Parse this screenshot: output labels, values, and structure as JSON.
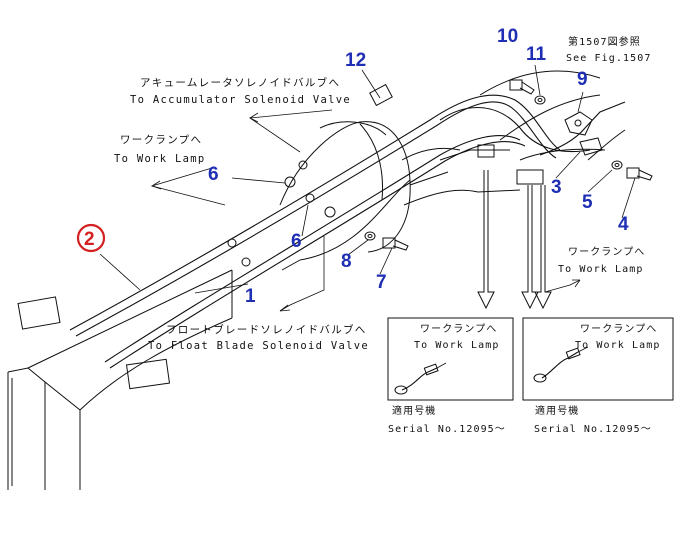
{
  "callouts": {
    "n1": "1",
    "n2": "2",
    "n3": "3",
    "n4": "4",
    "n5": "5",
    "n6a": "6",
    "n6b": "6",
    "n7": "7",
    "n8": "8",
    "n9": "9",
    "n10": "10",
    "n11": "11",
    "n12": "12"
  },
  "labels": {
    "accumulator_jp": "アキュームレータソレノイドバルブへ",
    "accumulator_en": "To Accumulator Solenoid Valve",
    "worklamp_jp": "ワークランプへ",
    "worklamp_en": "To Work Lamp",
    "float_jp": "フロートブレードソレノイドバルブへ",
    "float_en": "To Float Blade Solenoid Valve",
    "see_fig_jp": "第1507図参照",
    "see_fig_en": "See Fig.1507",
    "right_worklamp_jp": "ワークランプへ",
    "right_worklamp_en": "To Work Lamp"
  },
  "insets": [
    {
      "label_jp": "ワークランプへ",
      "label_en": "To Work Lamp",
      "serial_jp": "適用号機",
      "serial_en": "Serial No.12095～"
    },
    {
      "label_jp": "ワークランプへ",
      "label_en": "To Work Lamp",
      "serial_jp": "適用号機",
      "serial_en": "Serial No.12095～"
    }
  ],
  "colors": {
    "callout_blue": "#1f2fb4",
    "callout_red": "#d42020",
    "line": "#111111"
  }
}
